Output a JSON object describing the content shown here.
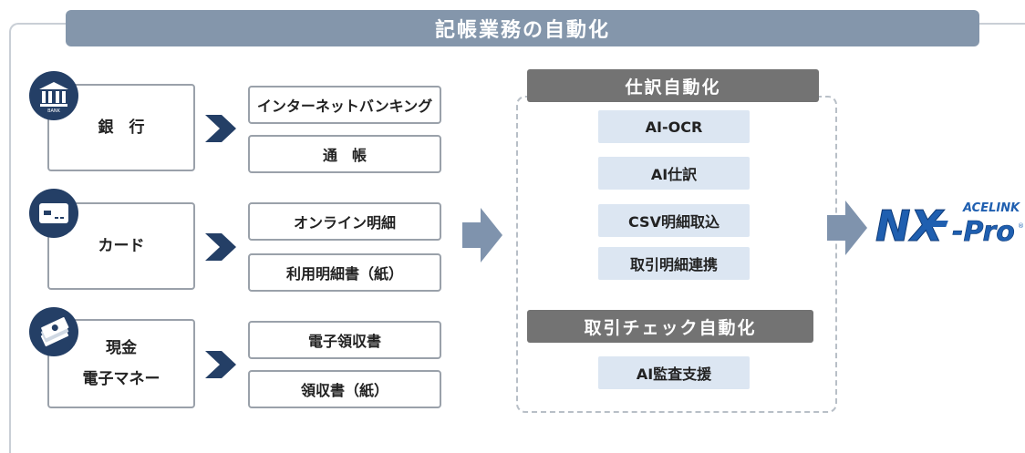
{
  "title": "記帳業務の自動化",
  "sources": [
    {
      "label": "銀　行",
      "icon": "bank-icon",
      "icon_text": "BANK",
      "items": [
        "インターネットバンキング",
        "通　帳"
      ]
    },
    {
      "label": "カード",
      "icon": "credit-card-icon",
      "items": [
        "オンライン明細",
        "利用明細書（紙）"
      ]
    },
    {
      "label_line1": "現金",
      "label_line2": "電子マネー",
      "icon": "cash-icon",
      "items": [
        "電子領収書",
        "領収書（紙）"
      ]
    }
  ],
  "journal": {
    "header": "仕訳自動化",
    "features": [
      "AI-OCR",
      "AI仕訳",
      "CSV明細取込",
      "取引明細連携"
    ]
  },
  "check": {
    "header": "取引チェック自動化",
    "features": [
      "AI監査支援"
    ]
  },
  "product": {
    "brand": "ACELINK",
    "name_main": "NX",
    "name_sub": "-Pro",
    "registered": "®"
  },
  "colors": {
    "title_bar": "#8496ab",
    "icon": "#243f66",
    "arrow": "#7f93ad",
    "chevron": "#243f66",
    "feature_bg": "#dce6f2",
    "header_gray": "#737373",
    "logo_blue": "#1f5fb0"
  }
}
